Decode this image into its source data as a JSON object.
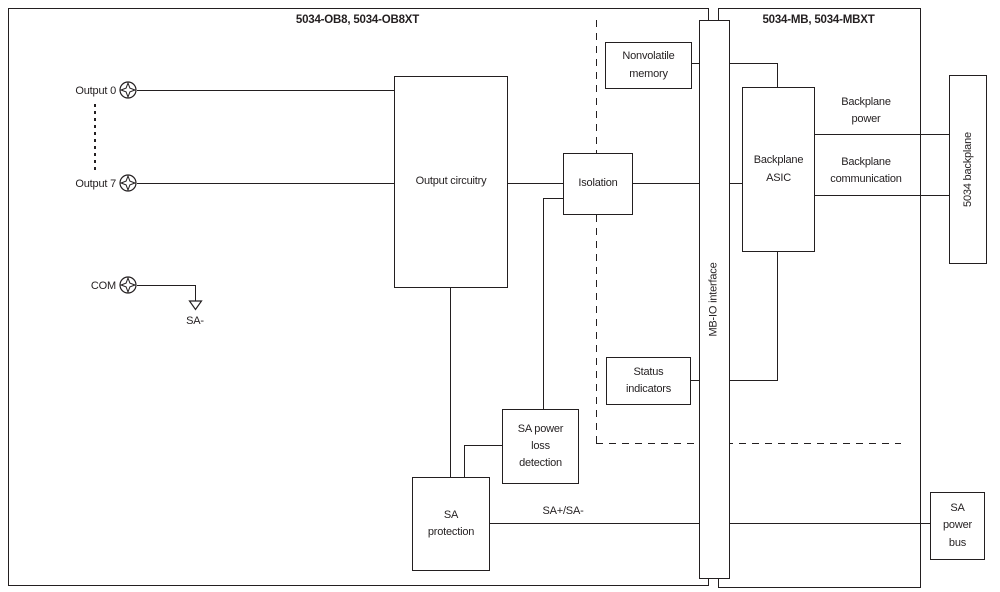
{
  "diagram": {
    "left_module": {
      "title": "5034-OB8, 5034-OB8XT"
    },
    "right_module": {
      "title": "5034-MB, 5034-MBXT"
    },
    "terminals": {
      "output0": "Output 0",
      "output7": "Output 7",
      "com": "COM"
    },
    "blocks": {
      "output_circuitry": "Output circuitry",
      "isolation": "Isolation",
      "nonvolatile_memory": "Nonvolatile memory",
      "mbio_interface": "MB-IO interface",
      "backplane_asic": "Backplane ASIC",
      "status_indicators": "Status indicators",
      "sa_power_loss_detection": "SA power loss detection",
      "sa_protection": "SA protection",
      "backplane_5034": "5034 backplane",
      "sa_power_bus": "SA power bus"
    },
    "wire_labels": {
      "sa_minus": "SA-",
      "sa_plus_minus": "SA+/SA-",
      "backplane_power": "Backplane power",
      "backplane_communication": "Backplane communication"
    },
    "colors": {
      "line": "#231f20",
      "background": "#ffffff"
    }
  }
}
